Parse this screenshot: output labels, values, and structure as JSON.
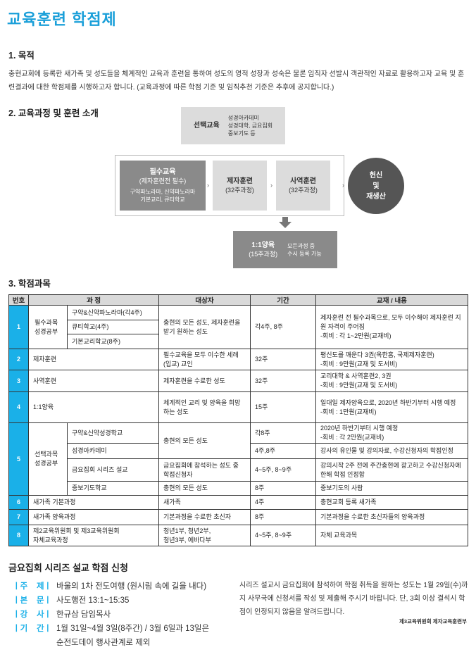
{
  "title": "교육훈련 학점제",
  "section1": {
    "heading": "1. 목적",
    "text": "충현교회에 등록한 새가족 및 성도들을 체계적인 교육과 훈련을 통하여 성도의 영적 성장과 성숙은 물론 임직자 선발시 객관적인 자료로 활용하고자 교육 및 훈련결과에 대한 학점제를 시행하고자 합니다.  (교육과정에 따른 학점 기준 및 임직추천 기준은 추후에 공지합니다.)"
  },
  "section2": {
    "heading": "2. 교육과정 및 훈련 소개",
    "elective": {
      "title": "선택교육",
      "lines": [
        "성경아카데미",
        "성경대학, 금요집회",
        "중보기도 등"
      ]
    },
    "required": {
      "title": "필수교육",
      "sub": "(제자훈련전 필수)",
      "lines": [
        "구약파노라마, 신약파노라마",
        "기본교리, 큐티학교"
      ]
    },
    "disciple": {
      "title": "제자훈련",
      "sub": "(32주과정)"
    },
    "ministry": {
      "title": "사역훈련",
      "sub": "(32주과정)"
    },
    "result": [
      "헌신",
      "및",
      "재생산"
    ],
    "mentoring": {
      "title": "1:1양육",
      "sub": "(15주과정)",
      "lines": [
        "모든과정 중",
        "수시 등록 가능"
      ]
    },
    "chevron": "›"
  },
  "section3": {
    "heading": "3. 학점과목",
    "headers": [
      "번호",
      "과 정",
      "대상자",
      "기간",
      "교재 / 내용"
    ],
    "r1": {
      "num": "1",
      "group": "필수과목\n성경공부",
      "sub": [
        "구약&신약파노라마(각4주)",
        "큐티학교(4주)",
        "기본교리학교(8주)"
      ],
      "target": "충현의 모든 성도, 제자훈련을 받기 원하는 성도",
      "period": "각4주, 8주",
      "content": "제자훈련 전 필수과목으로, 모두 이수해야 제자훈련 지원 자격이 주어짐\n-회비 : 각 1~2만원(교재비)"
    },
    "r2": {
      "num": "2",
      "course": "제자훈련",
      "target": "필수교육을 모두 이수한 세례(입교) 교인",
      "period": "32주",
      "content": "평신도를 깨운다 3권(옥한흠, 국제제자훈련)\n-회비 : 9만원(교재 및 도서비)"
    },
    "r3": {
      "num": "3",
      "course": "사역훈련",
      "target": "제자훈련을 수료한 성도",
      "period": "32주",
      "content": "교리대학 & 사역훈련2, 3권\n-회비 : 9만원(교재 및 도서비)"
    },
    "r4": {
      "num": "4",
      "course": "1:1양육",
      "target": "체계적인 교리 및 양육을 희망하는 성도",
      "period": "15주",
      "content": "일대일 제자양육으로, 2020년 하반기부터 시행 예정\n-회비 : 1만원(교재비)"
    },
    "r5": {
      "num": "5",
      "group": "선택과목\n성경공부",
      "rows": [
        {
          "sub": "구약&신약성경학교",
          "period": "각8주",
          "content": "2020년 하반기부터 시행 예정\n-회비 : 각 2만원(교재비)"
        },
        {
          "sub": "성경아카데미",
          "period": "4주,8주",
          "content": "강사의 유인물 및 강의자료, 수강신청자의 학점인정"
        },
        {
          "sub": "금요집회 시리즈 설교",
          "target": "금요집회에 참석하는 성도 중 학점신청자",
          "period": "4~5주, 8~9주",
          "content": "강의시작 2주 전에 주간충현에 광고하고 수강신청자에 한해 학점 인정함"
        },
        {
          "sub": "중보기도학교",
          "target": "충현의 모든 성도",
          "period": "8주",
          "content": "중보기도의 사람"
        }
      ],
      "target12": "충현의 모든 성도"
    },
    "r6": {
      "num": "6",
      "course": "새가족 기본과정",
      "target": "새가족",
      "period": "4주",
      "content": "충현교회 등록 새가족"
    },
    "r7": {
      "num": "7",
      "course": "새가족 양육과정",
      "target": "기본과정을 수료한 초신자",
      "period": "8주",
      "content": "기본과정을 수료한 초신자들의 양육과정"
    },
    "r8": {
      "num": "8",
      "course": "제2교육위원회 및 제3교육위원회\n자체교육과정",
      "target": "청년1부, 청년2부,\n청년3부, 에바다부",
      "period": "4~5주, 8~9주",
      "content": "자체 교육과목"
    }
  },
  "apply": {
    "heading": "금요집회 시리즈 설교 학점 신청",
    "items": [
      {
        "label": "ㅣ주    제ㅣ",
        "value": "바울의 1차 전도여행 (원시림 속에 길을 내다)"
      },
      {
        "label": "ㅣ본    문ㅣ",
        "value": "사도행전 13:1~15:35"
      },
      {
        "label": "ㅣ강    사ㅣ",
        "value": "한규삼 담임목사"
      },
      {
        "label": "ㅣ기    간ㅣ",
        "value": "1월 31일~4월 3일(8주간) / 3월 6일과 13일은\n순전도데이 행사관계로 제외"
      }
    ],
    "note": "시리즈 설교시 금요집회에 참석하여 학점 취득을 원하는 성도는 1월 29일(수)까지 사무국에 신청서를 작성 및 제출해 주시기 바랍니다. 단, 3회 이상 결석시 학점이 인정되지 않음을 알려드립니다.",
    "signature": "제3교육위원회 제자교육훈련부"
  },
  "colors": {
    "accent": "#1ab0e8",
    "title": "#1a9fd9"
  }
}
